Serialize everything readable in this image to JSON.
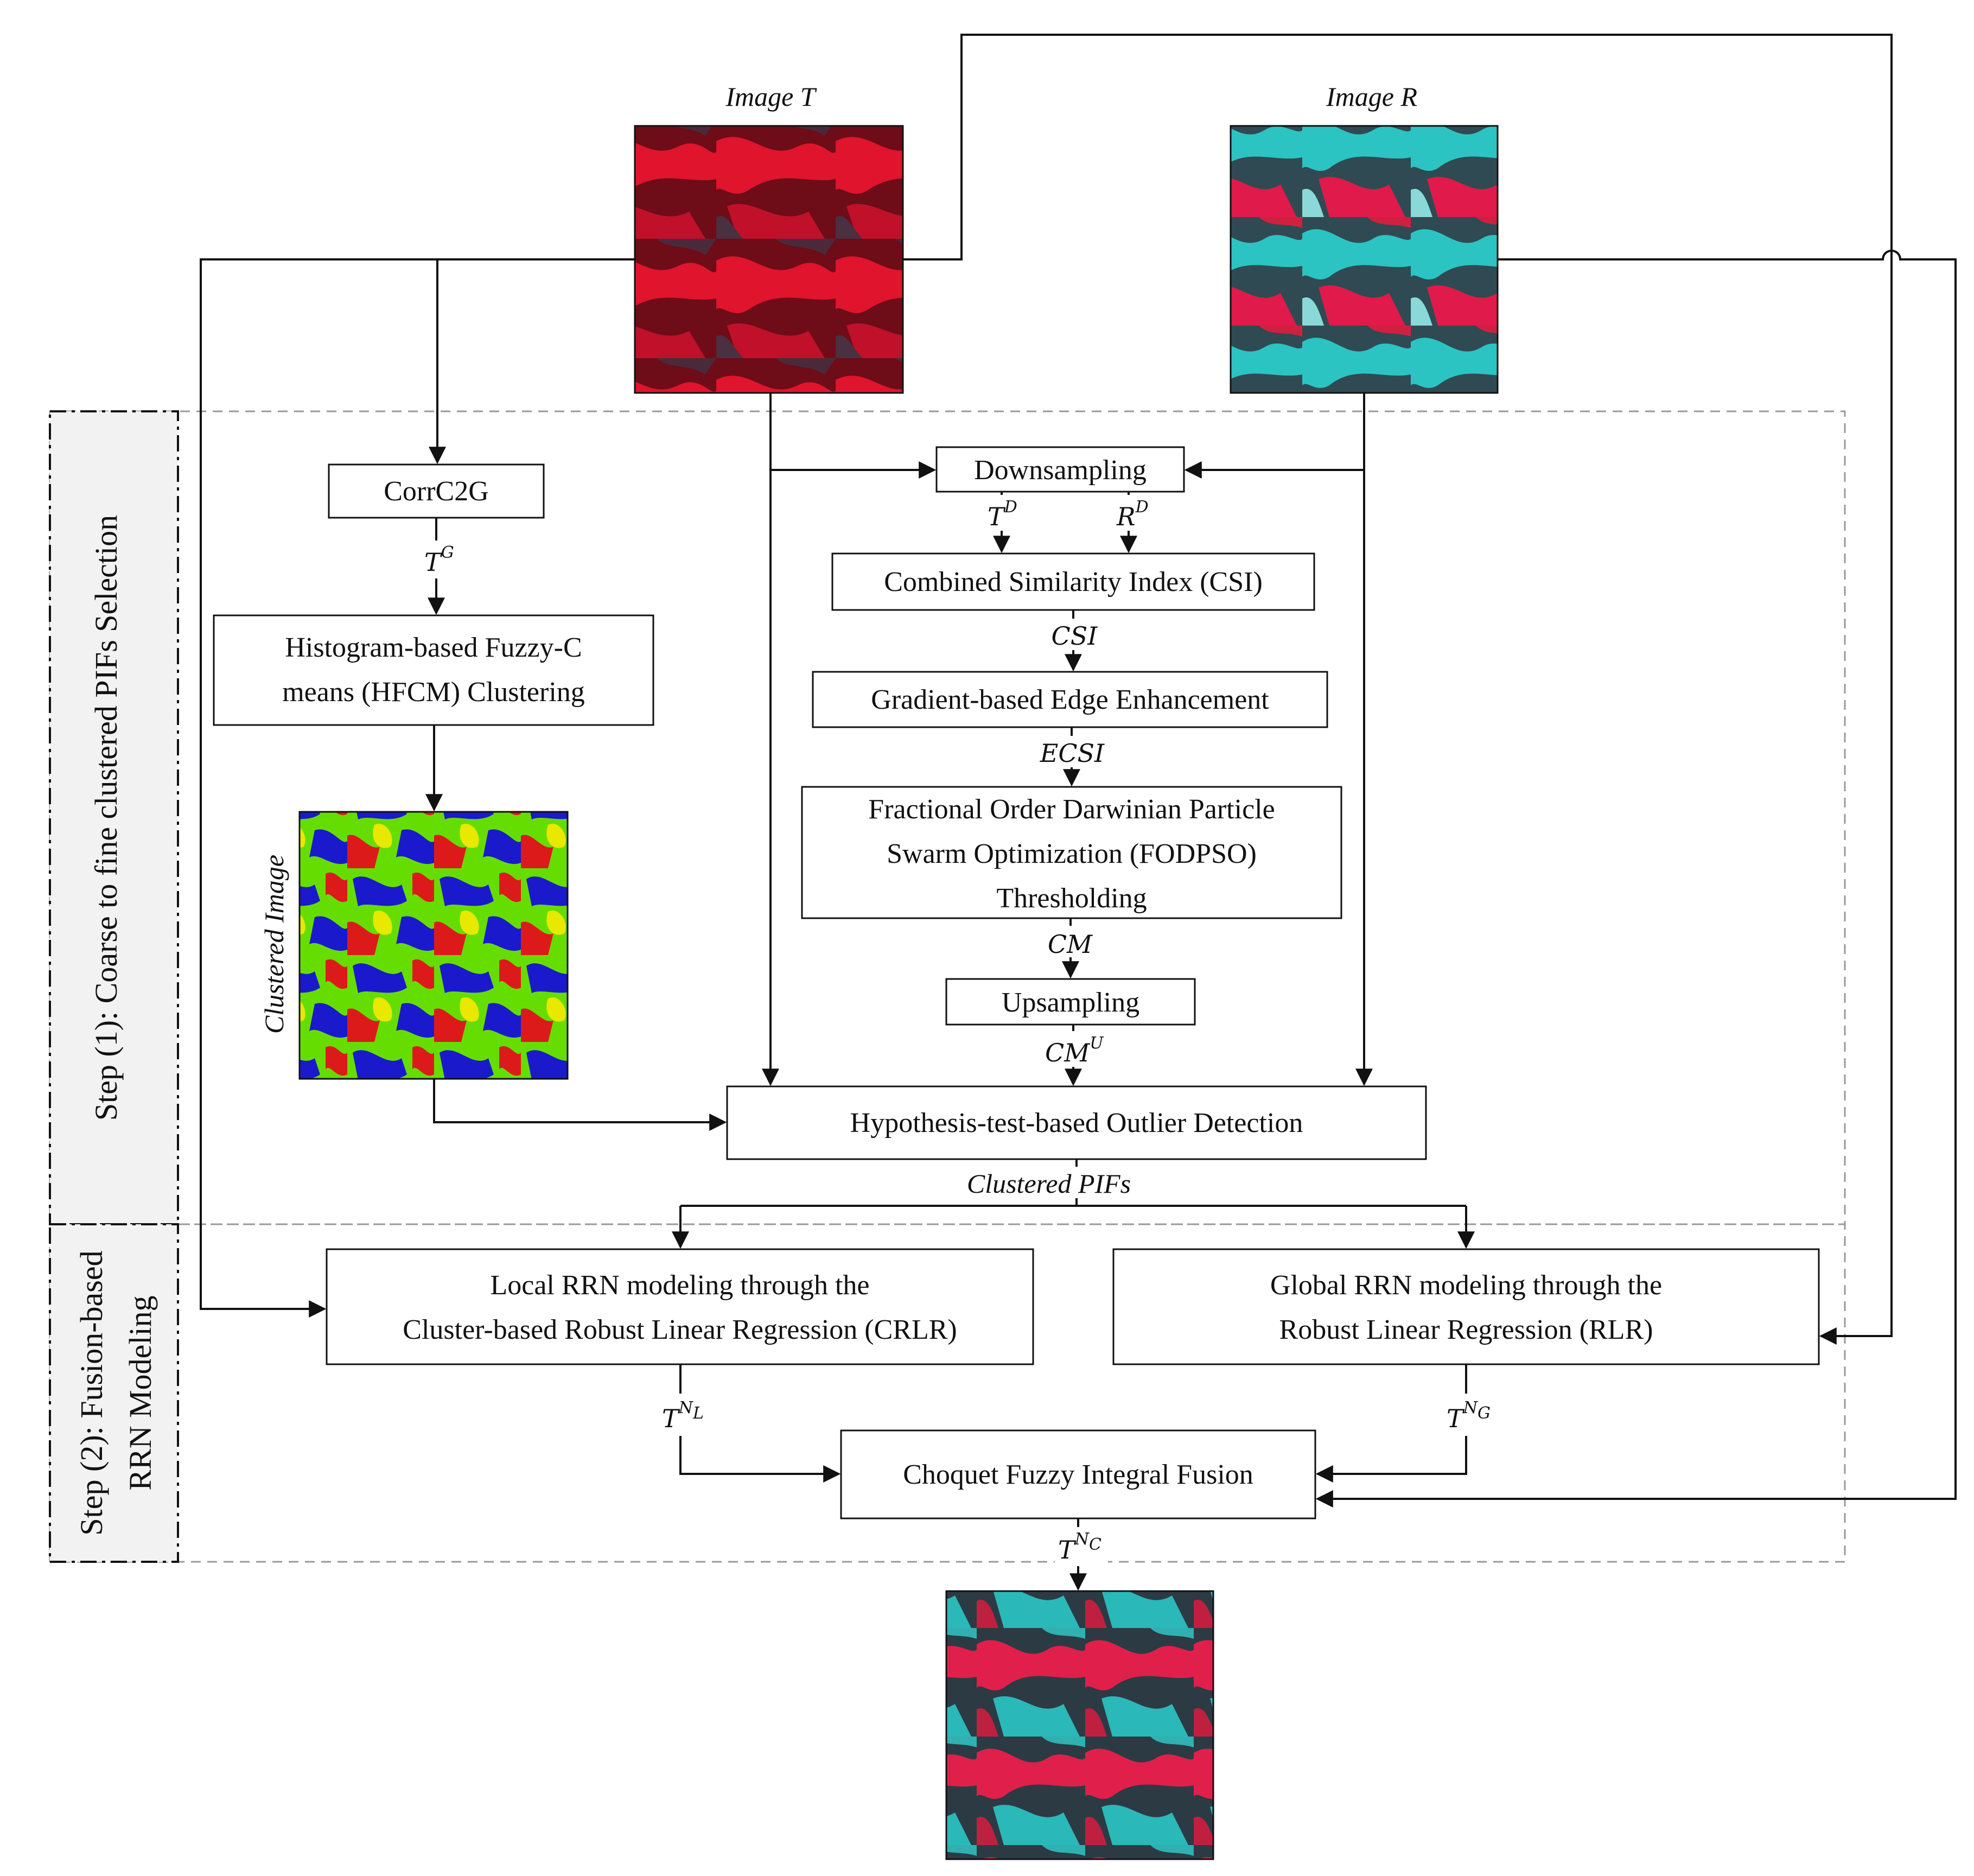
{
  "images": {
    "image_t": {
      "label": "Image T"
    },
    "image_r": {
      "label": "Image R"
    },
    "clustered": {
      "label": "Clustered Image"
    }
  },
  "steps": {
    "step1": "Step (1): Coarse to fine clustered PIFs Selection",
    "step2_line1": "Step (2): Fusion-based",
    "step2_line2": "RRN Modeling"
  },
  "boxes": {
    "corrc2g": "CorrC2G",
    "hfcm_line1": "Histogram-based Fuzzy-C",
    "hfcm_line2": "means (HFCM) Clustering",
    "downsampling": "Downsampling",
    "csi_box": "Combined Similarity Index (CSI)",
    "edge": "Gradient-based Edge Enhancement",
    "fodpso_line1": "Fractional Order Darwinian Particle",
    "fodpso_line2": "Swarm Optimization (FODPSO)",
    "fodpso_line3": "Thresholding",
    "upsampling": "Upsampling",
    "outlier": "Hypothesis-test-based Outlier Detection",
    "local_line1": "Local RRN modeling through the",
    "local_line2": "Cluster-based Robust Linear Regression (CRLR)",
    "global_line1": "Global RRN modeling through the",
    "global_line2": "Robust Linear Regression (RLR)",
    "choquet": "Choquet Fuzzy Integral Fusion"
  },
  "edge_labels": {
    "tg": {
      "base": "T",
      "sup": "G"
    },
    "td": {
      "base": "T",
      "sup": "D"
    },
    "rd": {
      "base": "R",
      "sup": "D"
    },
    "csi": "CSI",
    "ecsi": "ECSI",
    "cm": "CM",
    "cmu": {
      "base": "CM",
      "sup": "U"
    },
    "clustered_pifs": "Clustered PIFs",
    "tnl": {
      "base": "T",
      "sup": "N",
      "sub": "L"
    },
    "tng": {
      "base": "T",
      "sup": "N",
      "sub": "G"
    },
    "tnc": {
      "base": "T",
      "sup": "N",
      "sub": "C"
    }
  },
  "colors": {
    "image_t": "#8a1020",
    "image_r": "#2aa7a7",
    "clustered_green": "#66dd00",
    "clustered_blue": "#1a1acc",
    "clustered_red": "#dd1a1a",
    "clustered_yellow": "#e8e800"
  }
}
